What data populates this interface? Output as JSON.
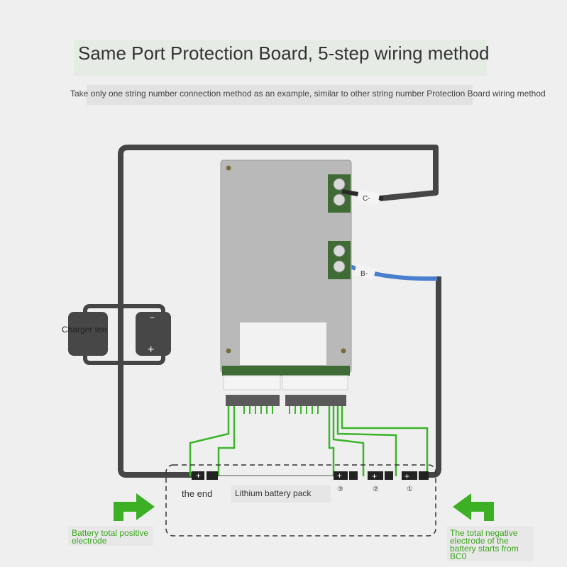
{
  "title": "Same Port Protection Board, 5-step wiring method",
  "subtitle": "Take only one string number connection method as an example, similar to other string number Protection Board wiring method",
  "board": {
    "port_c_label": "C-",
    "port_b_label": "B-"
  },
  "charger": {
    "label": "Charger ten",
    "neg_sign": "−",
    "pos_sign": "+"
  },
  "battery": {
    "end_label": "the end",
    "pack_label": "Lithium battery pack",
    "cell_sign": "+",
    "markers": [
      "③",
      "②",
      "①"
    ]
  },
  "annotations": {
    "positive": "Battery total positive electrode",
    "negative": "The total negative electrode of the battery starts from BC0"
  },
  "colors": {
    "wire_dark": "#454545",
    "wire_green": "#3bb52a",
    "arrow_green": "#3cb024",
    "board": "#b9b9b9",
    "pcb_green": "#3f6b35",
    "wire_blue": "#4a7fd0"
  }
}
